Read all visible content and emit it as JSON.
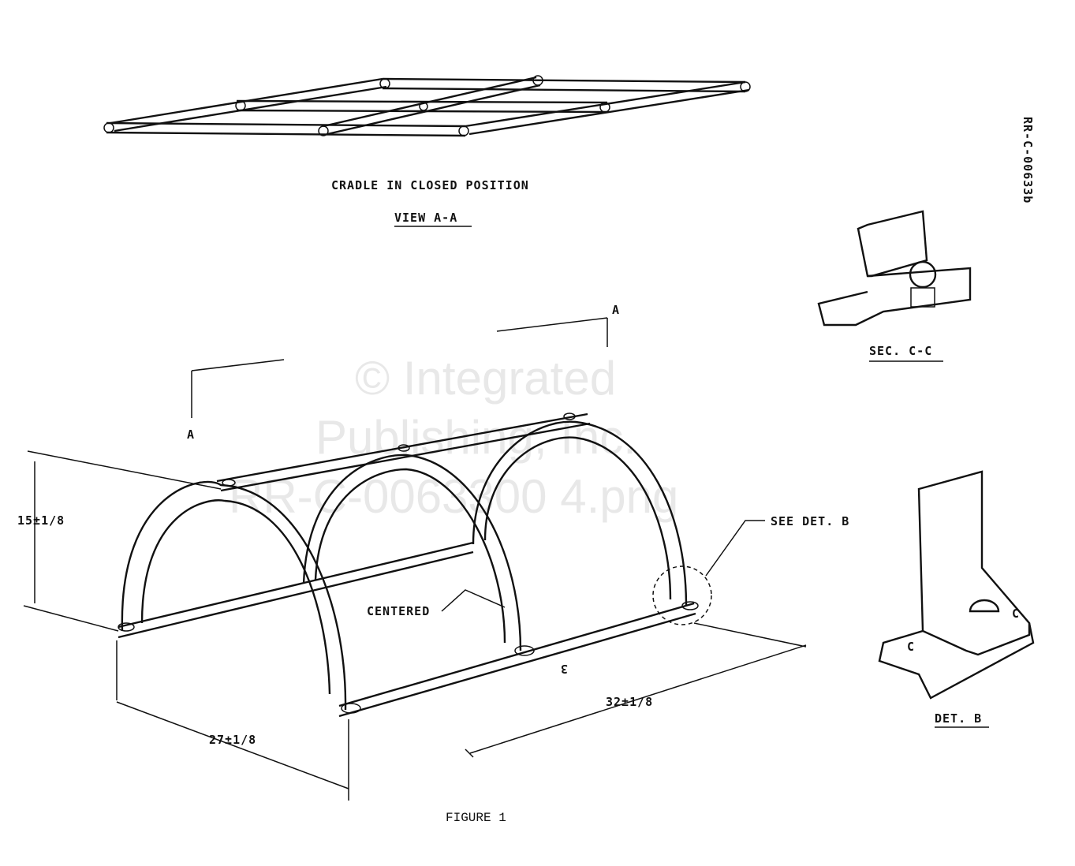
{
  "watermark": {
    "line1": "© Integrated",
    "line2": "Publishing, Inc.",
    "line3": "RR-C-0063300 4.png"
  },
  "doc_code": "RR-C-00633b",
  "top_view": {
    "caption": "CRADLE IN CLOSED POSITION",
    "view": "VIEW A-A"
  },
  "section": {
    "label": "SEC. C-C"
  },
  "detail": {
    "label": "DET. B",
    "c1": "C",
    "c2": "C"
  },
  "main": {
    "section_a_left": "A",
    "section_a_right": "A",
    "see_detail": "SEE DET. B",
    "centered": "CENTERED",
    "dim_height": "15±1/8",
    "dim_width": "27±1/8",
    "dim_length": "32±1/8",
    "spacing_mark": "3"
  },
  "figure_caption": "FIGURE 1"
}
